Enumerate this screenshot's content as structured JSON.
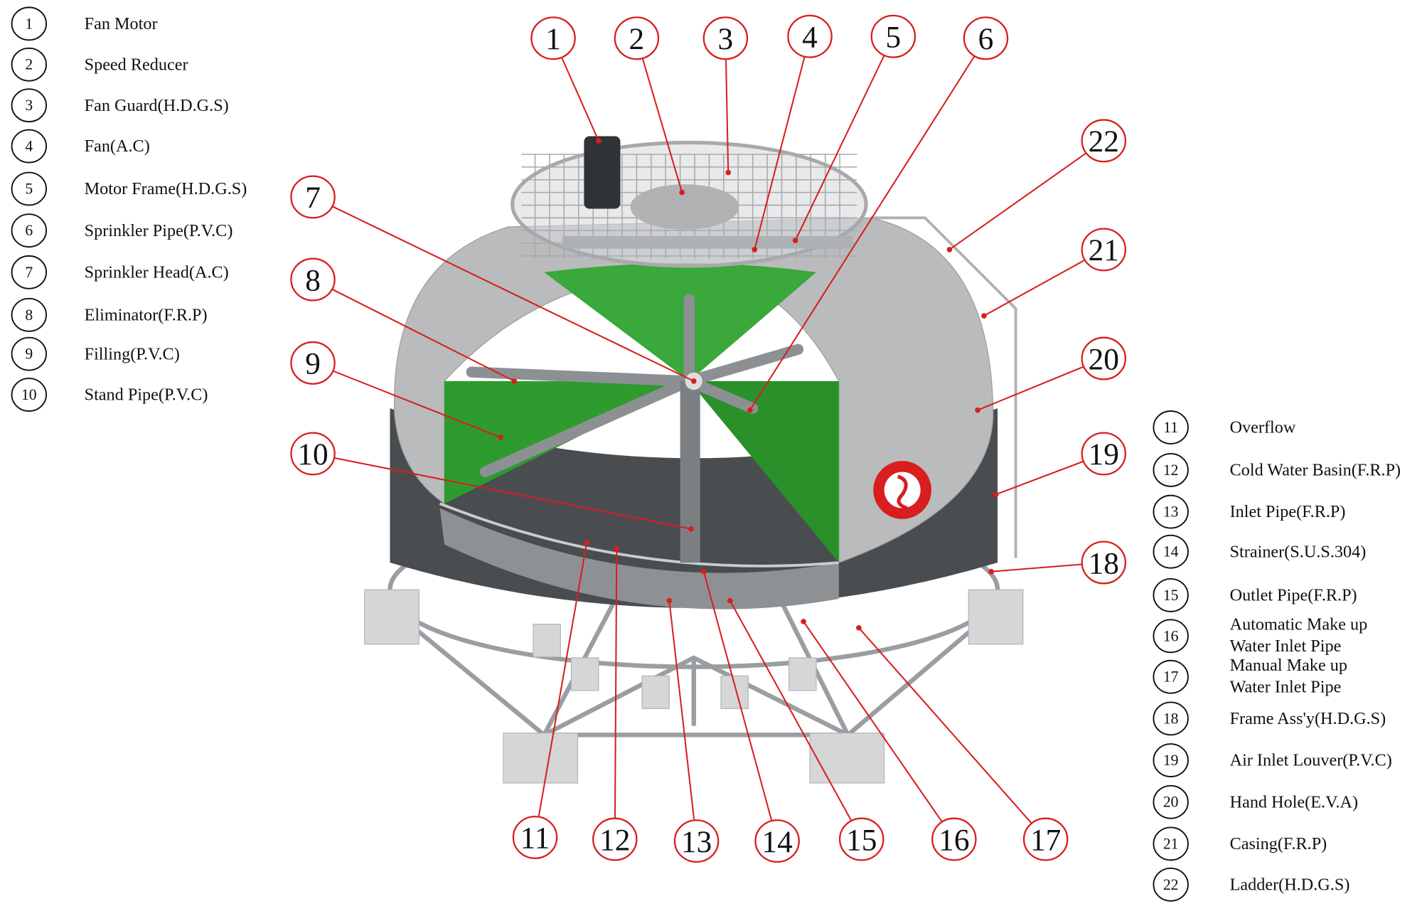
{
  "legend_left": [
    {
      "num": "1",
      "label": "Fan Motor"
    },
    {
      "num": "2",
      "label": "Speed Reducer"
    },
    {
      "num": "3",
      "label": "Fan Guard(H.D.G.S)"
    },
    {
      "num": "4",
      "label": "Fan(A.C)"
    },
    {
      "num": "5",
      "label": "Motor Frame(H.D.G.S)"
    },
    {
      "num": "6",
      "label": "Sprinkler Pipe(P.V.C)"
    },
    {
      "num": "7",
      "label": "Sprinkler Head(A.C)"
    },
    {
      "num": "8",
      "label": "Eliminator(F.R.P)"
    },
    {
      "num": "9",
      "label": "Filling(P.V.C)"
    },
    {
      "num": "10",
      "label": "Stand Pipe(P.V.C)"
    }
  ],
  "legend_right": [
    {
      "num": "11",
      "label": "Overflow"
    },
    {
      "num": "12",
      "label": "Cold Water Basin(F.R.P)"
    },
    {
      "num": "13",
      "label": "Inlet Pipe(F.R.P)"
    },
    {
      "num": "14",
      "label": "Strainer(S.U.S.304)"
    },
    {
      "num": "15",
      "label": "Outlet Pipe(F.R.P)"
    },
    {
      "num": "16",
      "label": "Automatic Make up",
      "label2": "Water Inlet Pipe"
    },
    {
      "num": "17",
      "label": "Manual Make up",
      "label2": "Water Inlet Pipe"
    },
    {
      "num": "18",
      "label": "Frame Ass'y(H.D.G.S)"
    },
    {
      "num": "19",
      "label": "Air Inlet Louver(P.V.C)"
    },
    {
      "num": "20",
      "label": "Hand Hole(E.V.A)"
    },
    {
      "num": "21",
      "label": "Casing(F.R.P)"
    },
    {
      "num": "22",
      "label": "Ladder(H.D.G.S)"
    }
  ],
  "callouts": [
    "1",
    "2",
    "3",
    "4",
    "5",
    "6",
    "7",
    "8",
    "9",
    "10",
    "11",
    "12",
    "13",
    "14",
    "15",
    "16",
    "17",
    "18",
    "19",
    "20",
    "21",
    "22"
  ],
  "colors": {
    "callout": "#d81e1e",
    "fill_green": "#2e9b2e",
    "casing": "#b9bbbd",
    "louver": "#4a4d50"
  }
}
